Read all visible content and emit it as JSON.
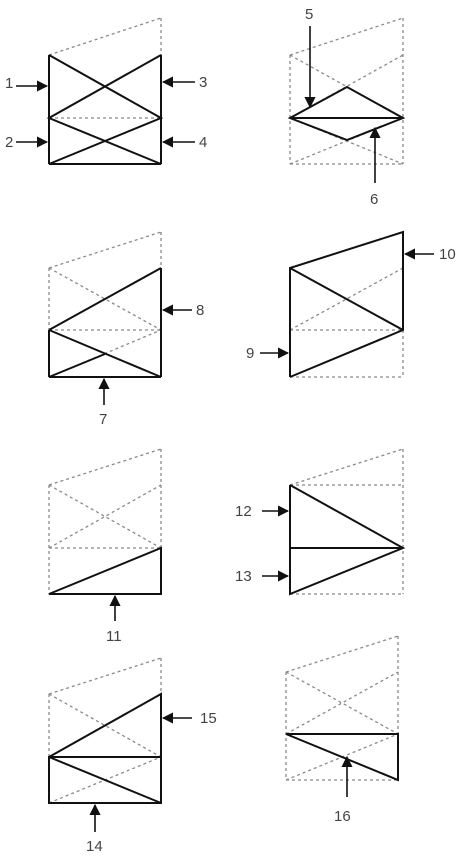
{
  "figure": {
    "panels": [
      {
        "id": "p1",
        "labels": [
          "1",
          "2",
          "3",
          "4"
        ]
      },
      {
        "id": "p2",
        "labels": [
          "5",
          "6"
        ]
      },
      {
        "id": "p3",
        "labels": [
          "7",
          "8"
        ]
      },
      {
        "id": "p4",
        "labels": [
          "9",
          "10"
        ]
      },
      {
        "id": "p5",
        "labels": [
          "11"
        ]
      },
      {
        "id": "p6",
        "labels": [
          "12",
          "13"
        ]
      },
      {
        "id": "p7",
        "labels": [
          "14",
          "15"
        ]
      },
      {
        "id": "p8",
        "labels": [
          "16"
        ]
      }
    ]
  },
  "colors": {
    "solid": "#111111",
    "dashed": "#8a8a8a",
    "label": "#444444"
  }
}
